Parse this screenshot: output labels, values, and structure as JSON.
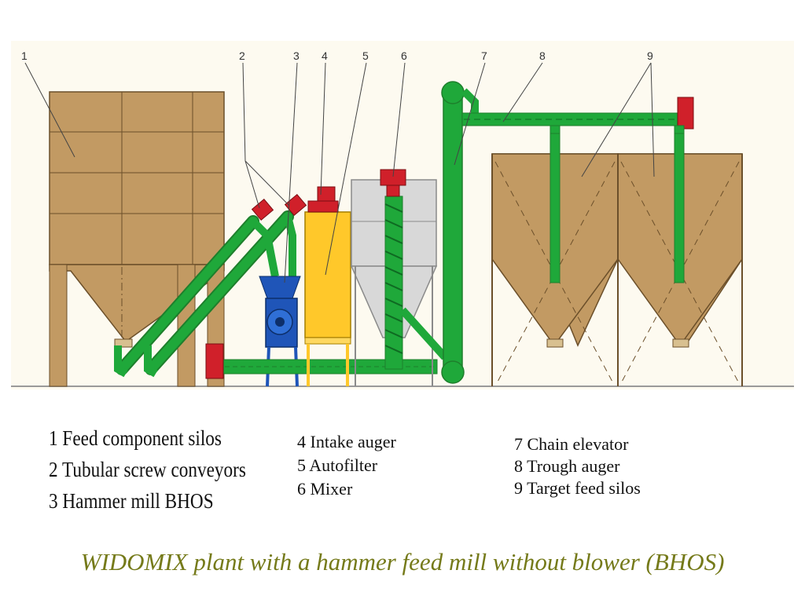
{
  "colors": {
    "silo": "#c29a63",
    "conveyor": "#1fa83a",
    "mill": "#1f55b8",
    "filter": "#ffc82a",
    "motor": "#d0202a",
    "mixer": "#d8d8d8",
    "caption": "#757a1a"
  },
  "diagram": {
    "numbers": [
      "1",
      "2",
      "3",
      "4",
      "5",
      "6",
      "7",
      "8",
      "9"
    ]
  },
  "legend": {
    "col1": [
      "1 Feed component silos",
      "2 Tubular screw conveyors",
      "3 Hammer mill BHOS"
    ],
    "col2": [
      "4 Intake auger",
      "5 Autofilter",
      "6 Mixer"
    ],
    "col3": [
      "7 Chain elevator",
      "8 Trough auger",
      "9 Target feed silos"
    ]
  },
  "caption": "WIDOMIX plant with a hammer feed mill without blower (BHOS)"
}
